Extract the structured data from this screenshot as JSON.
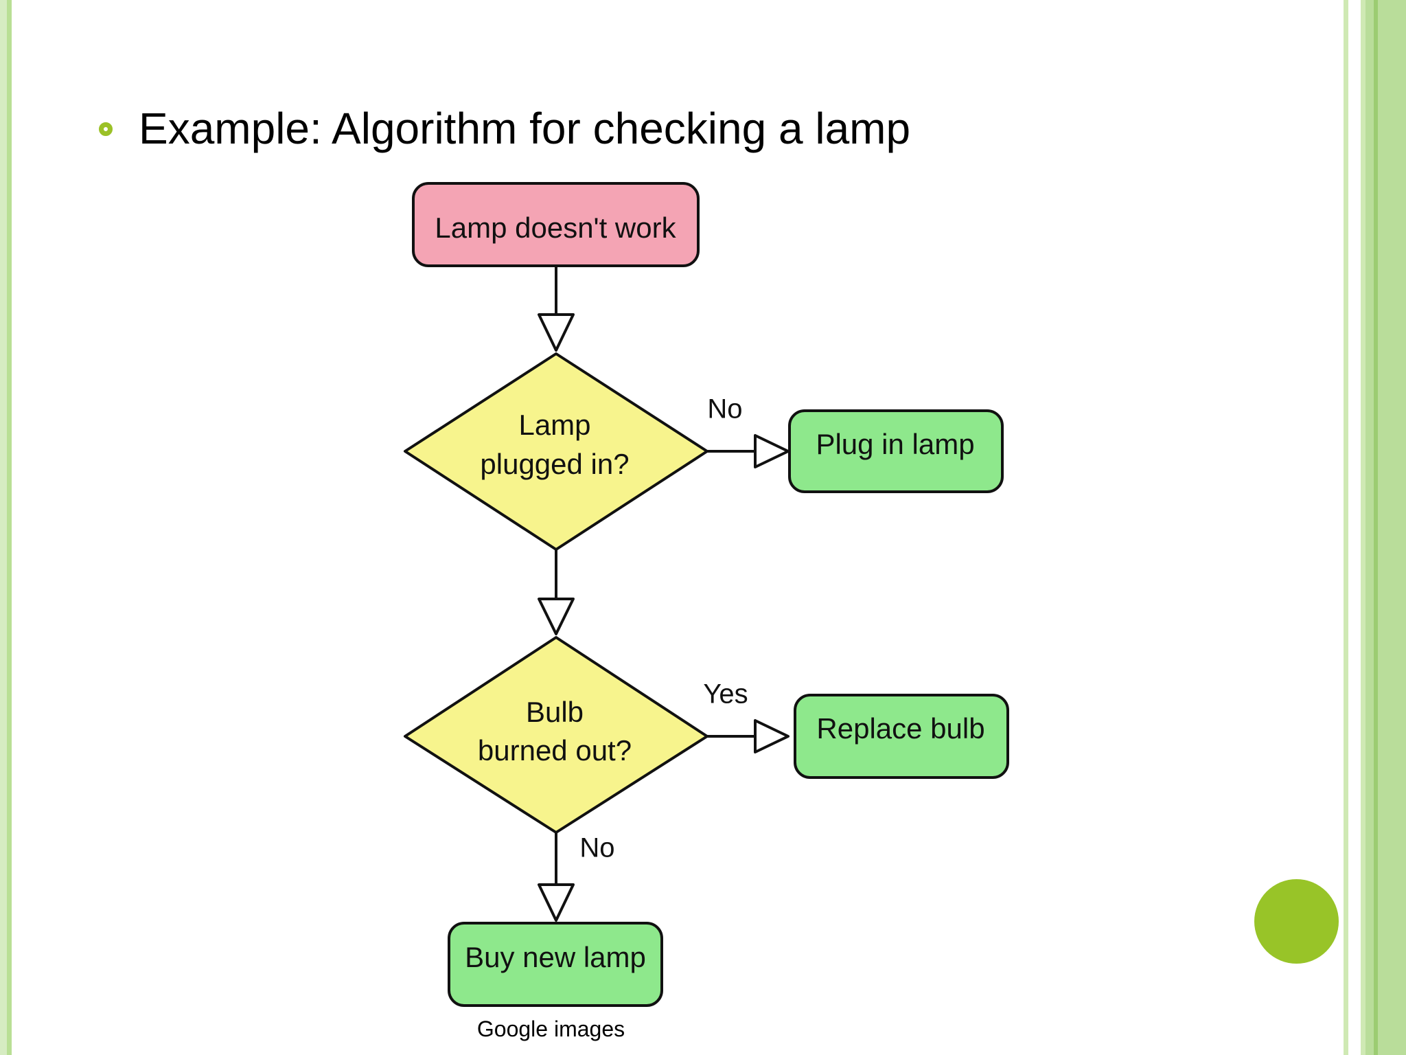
{
  "slide": {
    "title": "Example: Algorithm for checking a lamp",
    "caption": "Google images",
    "accent_color": "#98c428"
  },
  "flowchart": {
    "start": {
      "label": "Lamp doesn't work",
      "fill": "#f4a4b4"
    },
    "decision1": {
      "line1": "Lamp",
      "line2": "plugged in?",
      "fill": "#f7f48d"
    },
    "decision1_no_label": "No",
    "action1": {
      "label": "Plug in lamp",
      "fill": "#8ee88c"
    },
    "decision2": {
      "line1": "Bulb",
      "line2": "burned out?",
      "fill": "#f7f48d"
    },
    "decision2_yes_label": "Yes",
    "action2": {
      "label": "Replace bulb",
      "fill": "#8ee88c"
    },
    "decision2_no_label": "No",
    "action3": {
      "label": "Buy new lamp",
      "fill": "#8ee88c"
    }
  }
}
